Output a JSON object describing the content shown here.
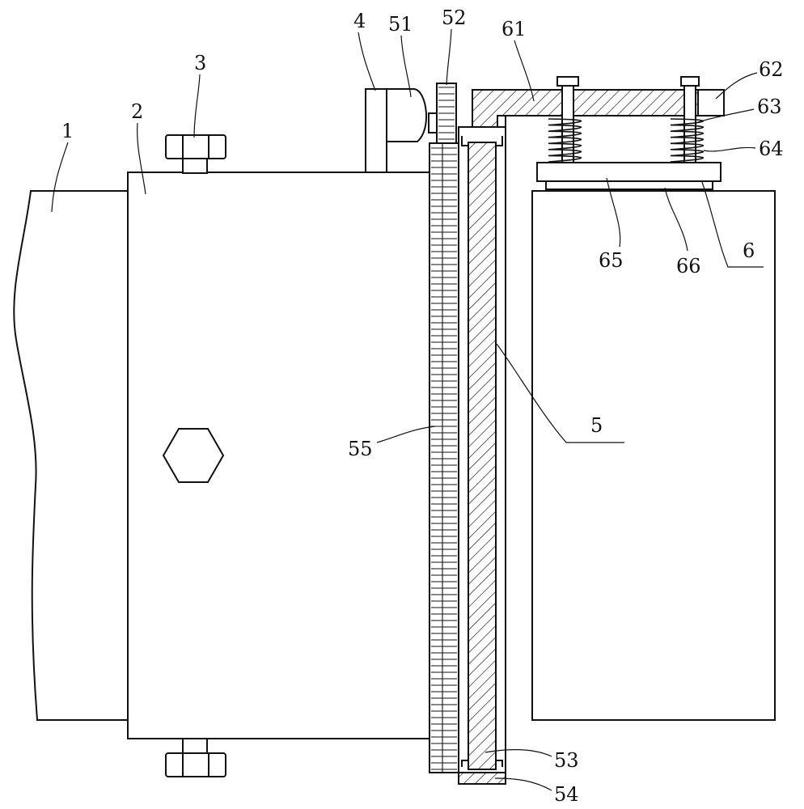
{
  "labels": {
    "l1": "1",
    "l2": "2",
    "l3": "3",
    "l4": "4",
    "l5": "5",
    "l6": "6",
    "l51": "51",
    "l52": "52",
    "l53": "53",
    "l54": "54",
    "l55": "55",
    "l61": "61",
    "l62": "62",
    "l63": "63",
    "l64": "64",
    "l65": "65",
    "l66": "66"
  }
}
